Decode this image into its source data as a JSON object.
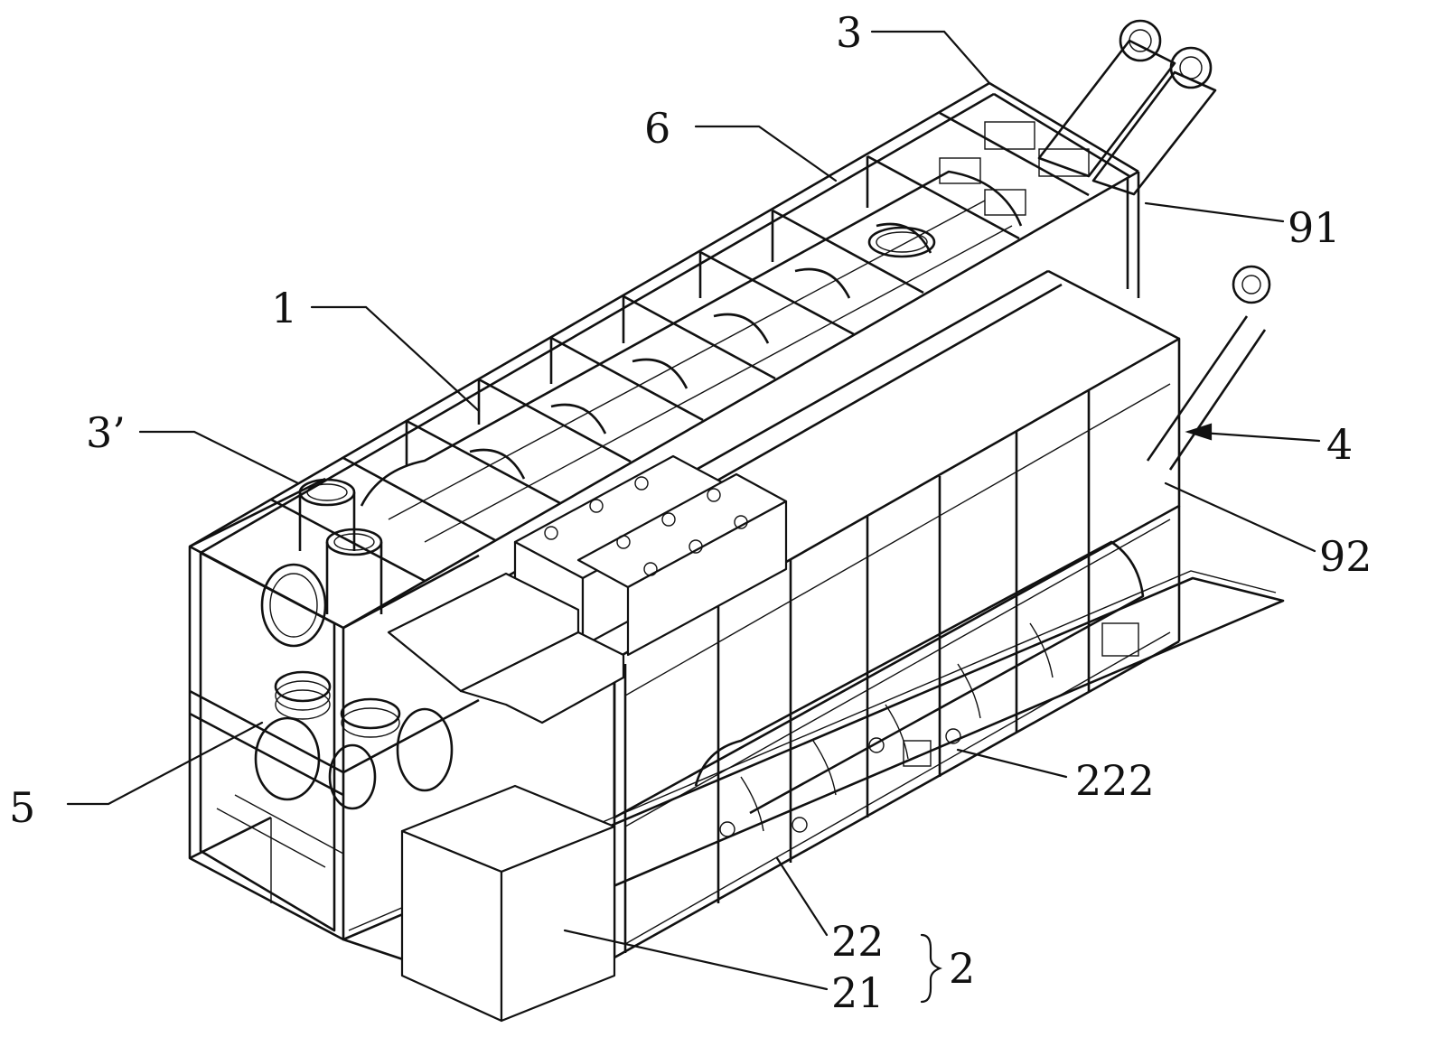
{
  "labels": {
    "l3": "3",
    "l6": "6",
    "l91": "91",
    "l1": "1",
    "l4": "4",
    "l3p": "3’",
    "l92": "92",
    "l5": "5",
    "l222": "222",
    "l22": "22",
    "l21": "21",
    "l2": "2"
  },
  "colors": {
    "line": "#111111",
    "background": "#ffffff"
  }
}
